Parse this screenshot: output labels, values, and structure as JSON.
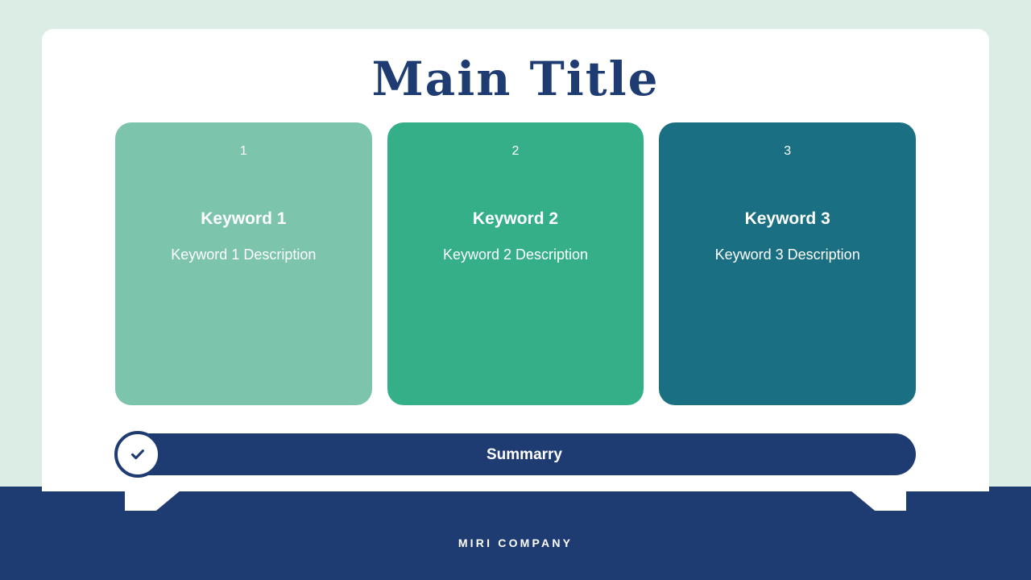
{
  "theme": {
    "background": "#dcede6",
    "card_surface": "#ffffff",
    "navy": "#1e3c72",
    "card_colors": [
      "#7cc4ac",
      "#34af88",
      "#1a7082"
    ]
  },
  "slide": {
    "title": "Main Title",
    "cards": [
      {
        "number": "1",
        "title": "Keyword 1",
        "description": "Keyword 1 Description",
        "color": "#7cc4ac"
      },
      {
        "number": "2",
        "title": "Keyword 2",
        "description": "Keyword 2 Description",
        "color": "#34af88"
      },
      {
        "number": "3",
        "title": "Keyword 3",
        "description": "Keyword 3 Description",
        "color": "#1a7082"
      }
    ],
    "summary": {
      "label": "Summarry",
      "icon": "check-circle-icon"
    }
  },
  "footer": {
    "company": "MIRI COMPANY"
  }
}
